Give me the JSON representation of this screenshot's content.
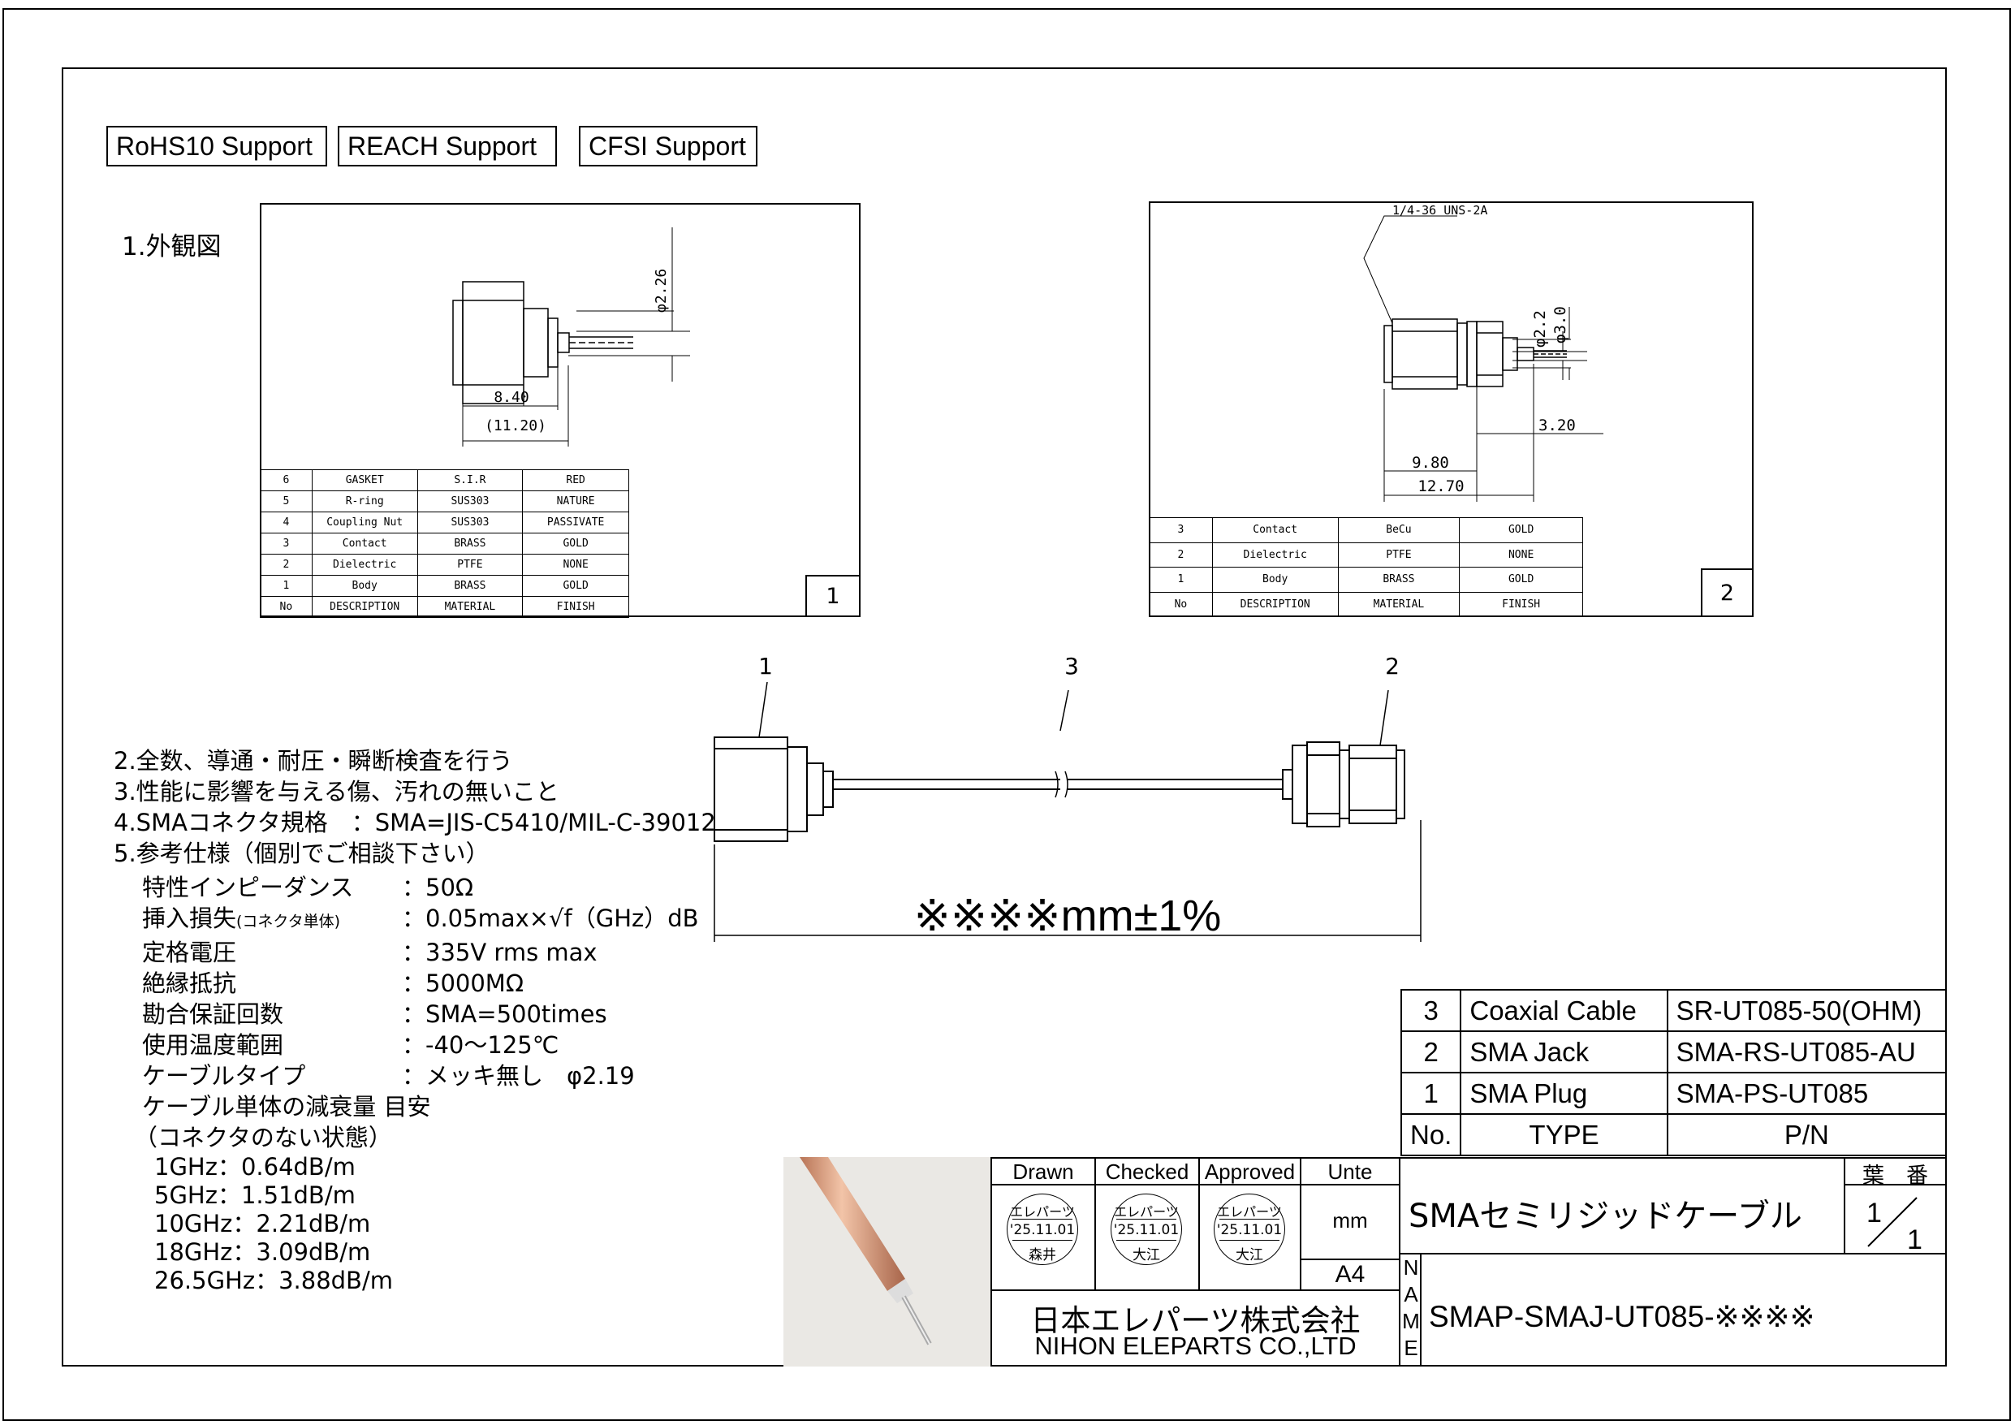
{
  "badges": [
    "RoHS10 Support",
    "REACH Support",
    "CFSI Support"
  ],
  "section1_title": "1.外観図",
  "view1": {
    "dim_dia": "φ2.26",
    "dim_a": "8.40",
    "dim_b": "(11.20)",
    "view_no": "1",
    "materials": [
      [
        "6",
        "GASKET",
        "S.I.R",
        "RED"
      ],
      [
        "5",
        "R-ring",
        "SUS303",
        "NATURE"
      ],
      [
        "4",
        "Coupling Nut",
        "SUS303",
        "PASSIVATE"
      ],
      [
        "3",
        "Contact",
        "BRASS",
        "GOLD"
      ],
      [
        "2",
        "Dielectric",
        "PTFE",
        "NONE"
      ],
      [
        "1",
        "Body",
        "BRASS",
        "GOLD"
      ],
      [
        "No",
        "DESCRIPTION",
        "MATERIAL",
        "FINISH"
      ]
    ]
  },
  "view2": {
    "thread": "1/4-36 UNS-2A",
    "dim_dia1": "φ2.2",
    "dim_dia2": "φ3.0",
    "dim_a": "3.20",
    "dim_b": "9.80",
    "dim_c": "12.70",
    "view_no": "2",
    "materials": [
      [
        "3",
        "Contact",
        "BeCu",
        "GOLD"
      ],
      [
        "2",
        "Dielectric",
        "PTFE",
        "NONE"
      ],
      [
        "1",
        "Body",
        "BRASS",
        "GOLD"
      ],
      [
        "No",
        "DESCRIPTION",
        "MATERIAL",
        "FINISH"
      ]
    ]
  },
  "assembly": {
    "callout1": "1",
    "callout2": "2",
    "callout3": "3",
    "length": "※※※※mm±1%"
  },
  "notes": [
    "2.全数、導通・耐圧・瞬断検査を行う",
    "3.性能に影響を与える傷、汚れの無いこと",
    "4.SMAコネクタ規格　：SMA=JIS-C5410/MIL-C-39012",
    "5.参考仕様（個別でご相談下さい）"
  ],
  "specs": [
    {
      "label": "特性インピーダンス",
      "small": "",
      "value": "：50Ω"
    },
    {
      "label": "挿入損失",
      "small": "(コネクタ単体)",
      "value": "：0.05max×√f（GHz）dB"
    },
    {
      "label": "定格電圧",
      "small": "",
      "value": "：335V rms max"
    },
    {
      "label": "絶縁抵抗",
      "small": "",
      "value": "：5000MΩ"
    },
    {
      "label": "勘合保証回数",
      "small": "",
      "value": "：SMA=500times"
    },
    {
      "label": "使用温度範囲",
      "small": "",
      "value": "：-40～125℃"
    },
    {
      "label": "ケーブルタイプ",
      "small": "",
      "value": "：メッキ無し　φ2.19"
    }
  ],
  "attenuation_title1": "ケーブル単体の減衰量 目安",
  "attenuation_title2": "（コネクタのない状態）",
  "attenuation": [
    "1GHz：0.64dB/m",
    "5GHz：1.51dB/m",
    "10GHz：2.21dB/m",
    "18GHz：3.09dB/m",
    "26.5GHz：3.88dB/m"
  ],
  "parts": [
    [
      "3",
      "Coaxial Cable",
      "SR-UT085-50(OHM)"
    ],
    [
      "2",
      "SMA Jack",
      "SMA-RS-UT085-AU"
    ],
    [
      "1",
      "SMA Plug",
      "SMA-PS-UT085"
    ],
    [
      "No.",
      "TYPE",
      "P/N"
    ]
  ],
  "titleblock": {
    "drawn": "Drawn",
    "checked": "Checked",
    "approved": "Approved",
    "unit_label": "Unte",
    "unit": "mm",
    "size": "A4",
    "stamp_company": "エレパーツ",
    "stamp_date": "'25.11.01",
    "stamp_drawn_name": "森井",
    "stamp_checked_name": "大江",
    "stamp_approved_name": "大江",
    "company_jp": "日本エレパーツ株式会社",
    "company_en": "NIHON ELEPARTS CO.,LTD",
    "title": "SMAセミリジッドケーブル",
    "sheet_label": "葉　番",
    "sheet_num": "1",
    "sheet_total": "1",
    "name_label": [
      "N",
      "A",
      "M",
      "E"
    ],
    "part_name": "SMAP-SMAJ-UT085-※※※※"
  },
  "colors": {
    "cable_copper": "#c98a6a",
    "photo_bg": "#eae8e4"
  }
}
